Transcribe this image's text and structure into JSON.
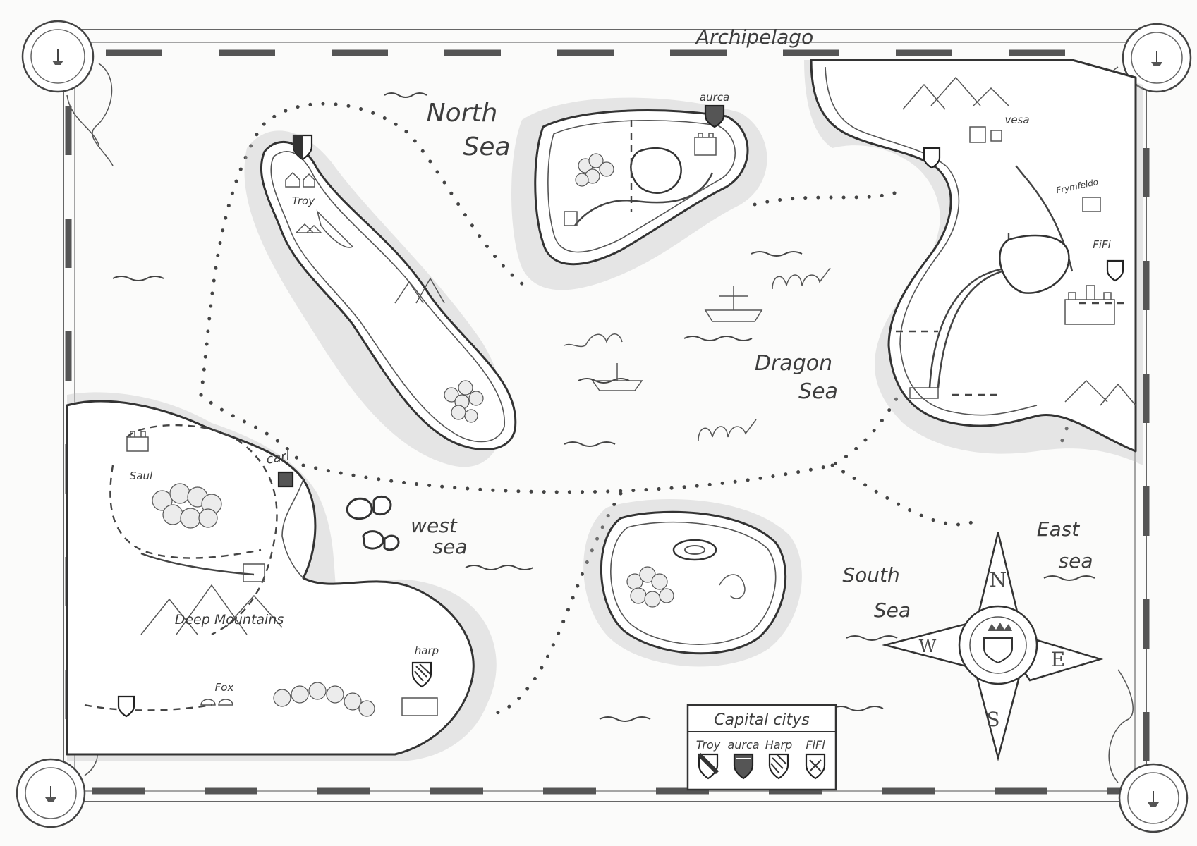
{
  "title": "Archipelago",
  "seas": {
    "north": [
      "North",
      "Sea"
    ],
    "dragon": [
      "Dragon",
      "Sea"
    ],
    "west": [
      "west",
      "sea"
    ],
    "south": [
      "South",
      "Sea"
    ],
    "east": [
      "East",
      "sea"
    ]
  },
  "places": {
    "troy": "Troy",
    "aurca": "aurca",
    "vesa": "vesa",
    "fifi": "FiFi",
    "saul": "Saul",
    "carl": "carl",
    "harp": "harp",
    "fox": "Fox",
    "deep_mountains": "Deep Mountains",
    "valley": "Frymfeldo"
  },
  "compass": {
    "n": "N",
    "e": "E",
    "s": "S",
    "w": "W"
  },
  "legend": {
    "title": "Capital citys",
    "cities": [
      "Troy",
      "aurca",
      "Harp",
      "FiFi"
    ]
  }
}
